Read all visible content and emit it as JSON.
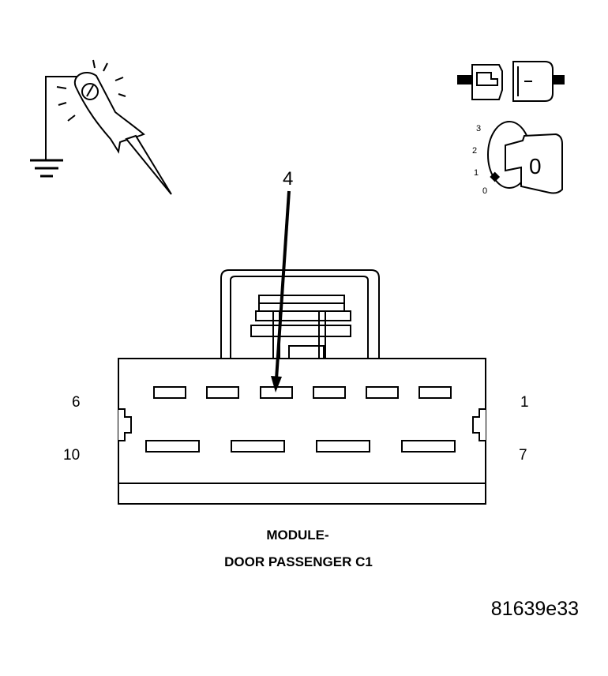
{
  "callout": "4",
  "pin_labels": {
    "top_left": "6",
    "top_right": "1",
    "bottom_left": "10",
    "bottom_right": "7"
  },
  "title": {
    "line1": "MODULE-",
    "line2": "DOOR PASSENGER C1"
  },
  "figure_id": "81639e33",
  "ignition": {
    "positions": [
      "3",
      "2",
      "1",
      "0"
    ],
    "key_position": "0"
  },
  "icons": {
    "probe": "test-light-probe-icon",
    "ground": "ground-icon",
    "connector": "disconnected-connector-icon",
    "ignition": "ignition-key-icon"
  }
}
